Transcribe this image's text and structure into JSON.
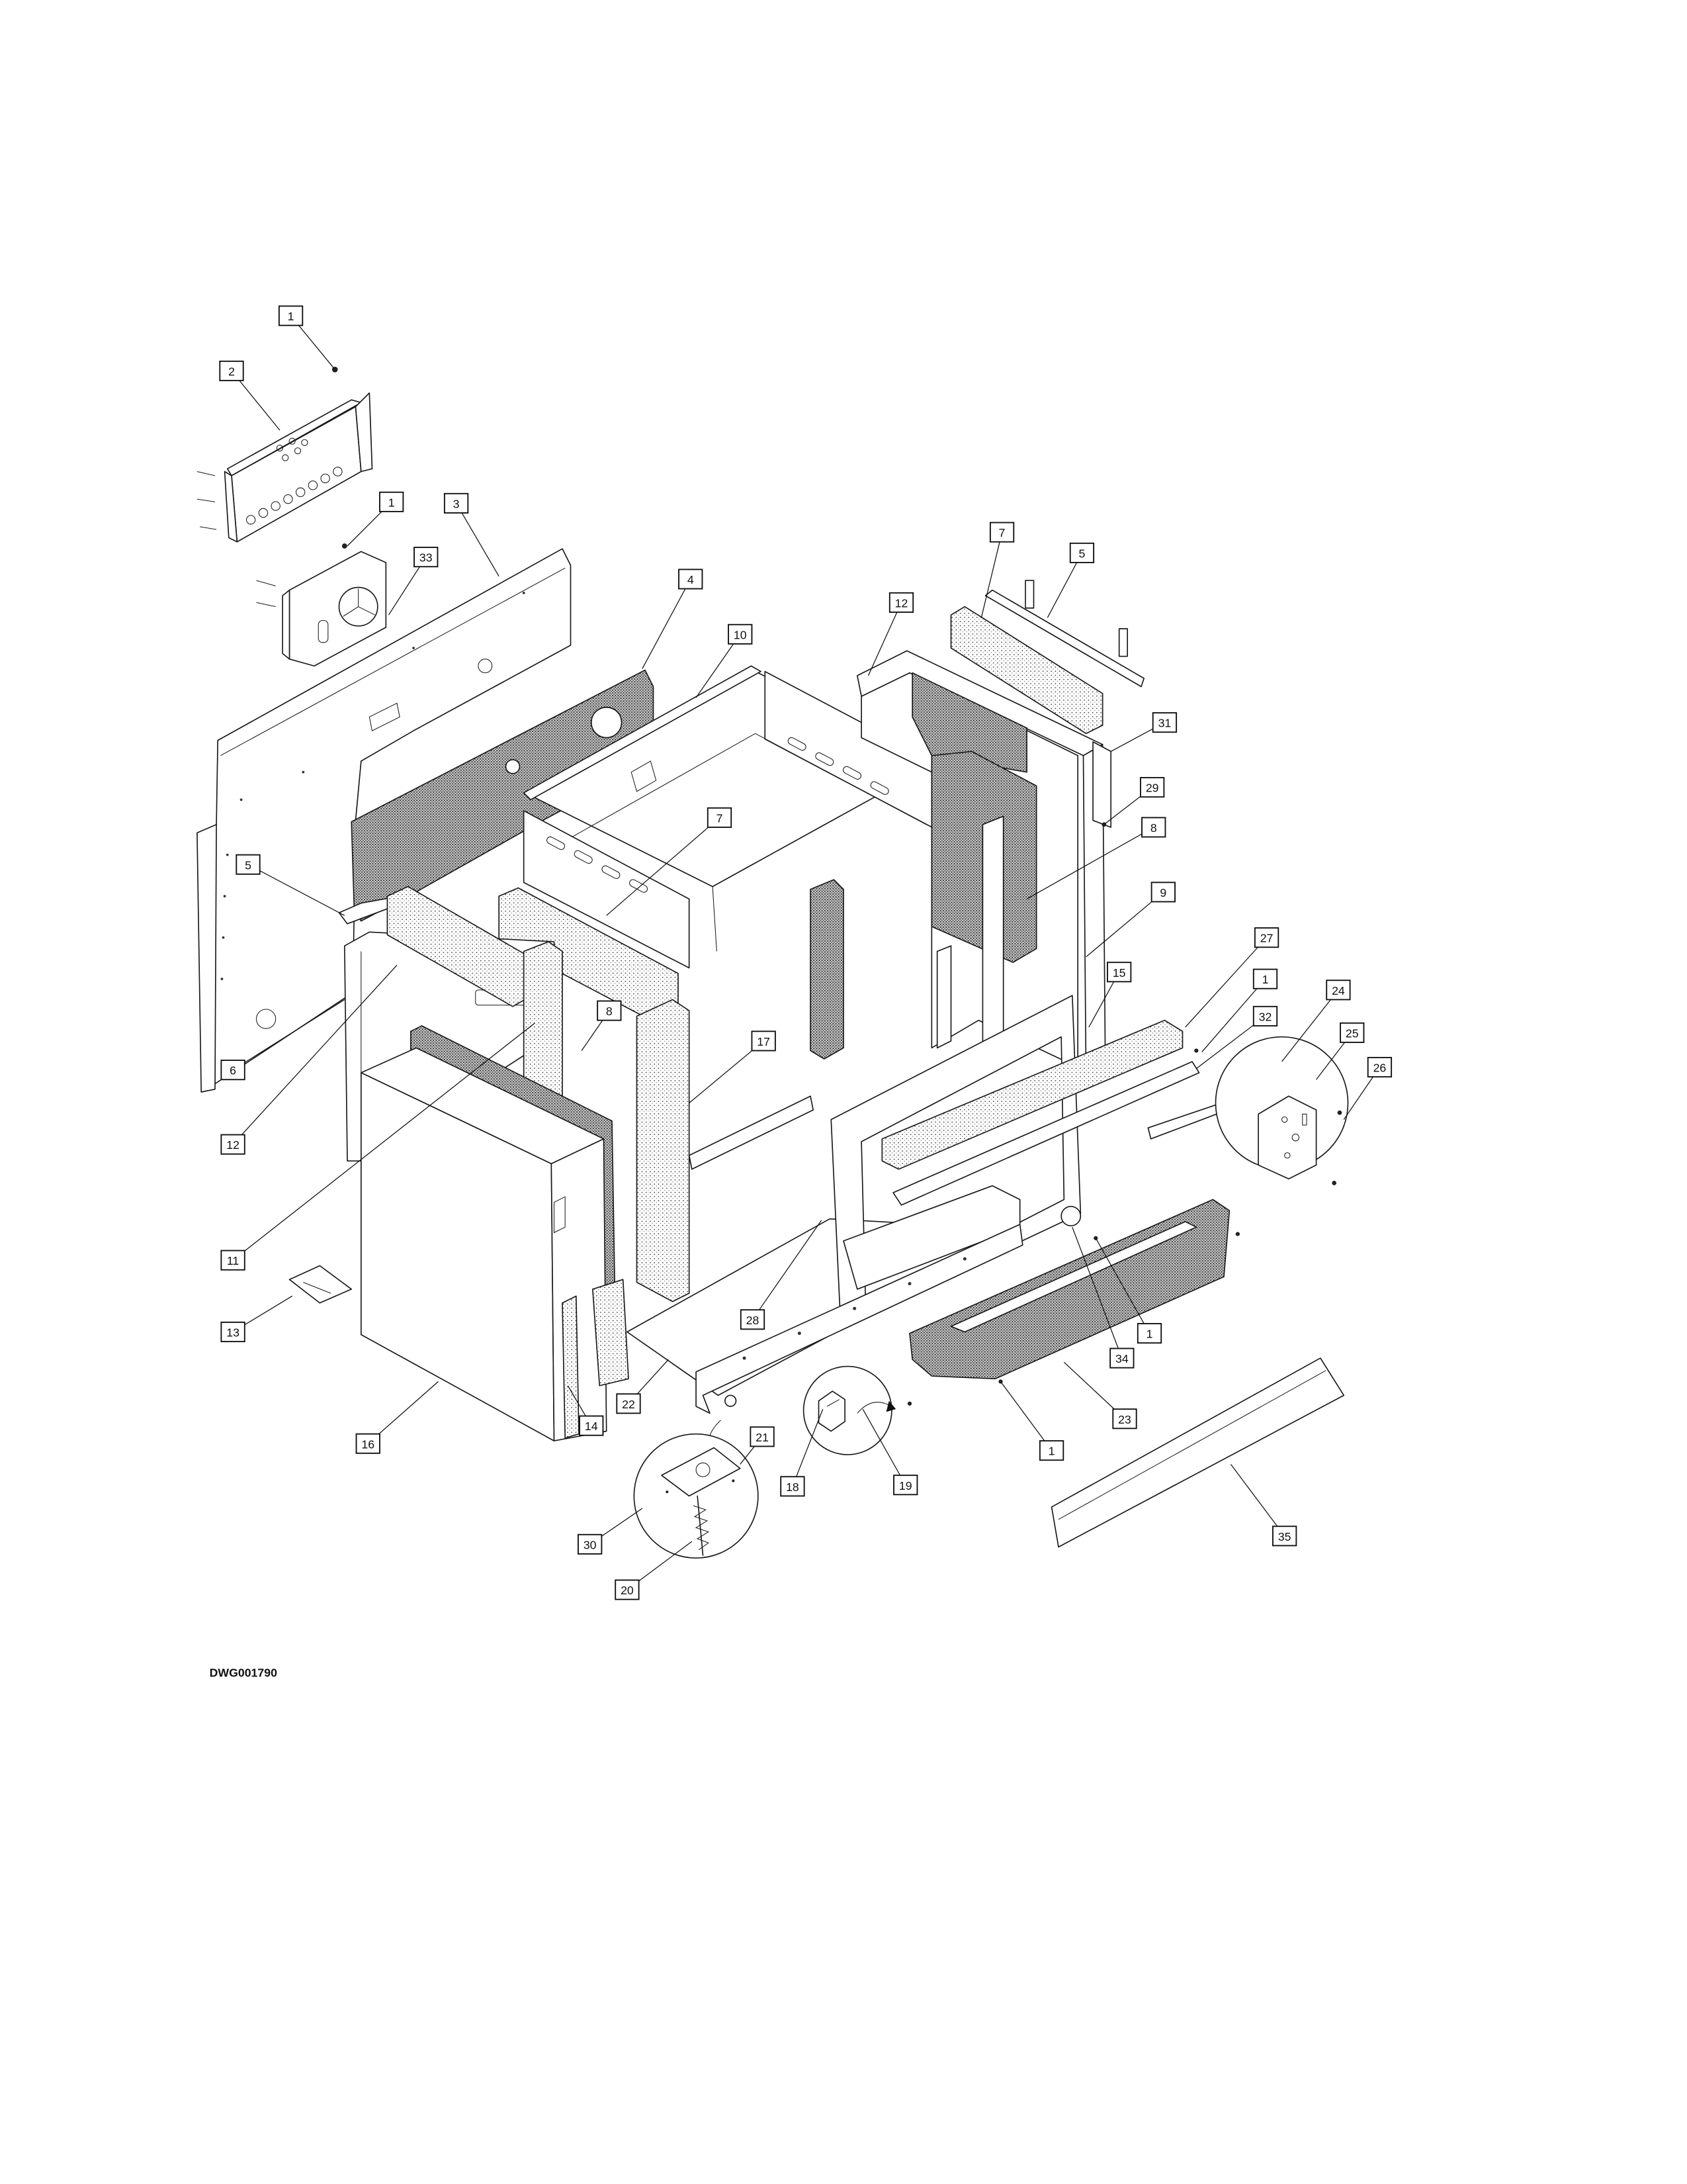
{
  "drawing_id": "DWG001790",
  "callouts": [
    "1",
    "2",
    "1",
    "3",
    "33",
    "4",
    "7",
    "5",
    "12",
    "10",
    "31",
    "29",
    "7",
    "8",
    "5",
    "9",
    "27",
    "1",
    "15",
    "24",
    "8",
    "32",
    "25",
    "17",
    "26",
    "6",
    "12",
    "11",
    "28",
    "1",
    "13",
    "34",
    "22",
    "14",
    "1",
    "23",
    "21",
    "16",
    "18",
    "19",
    "30",
    "35",
    "20"
  ]
}
